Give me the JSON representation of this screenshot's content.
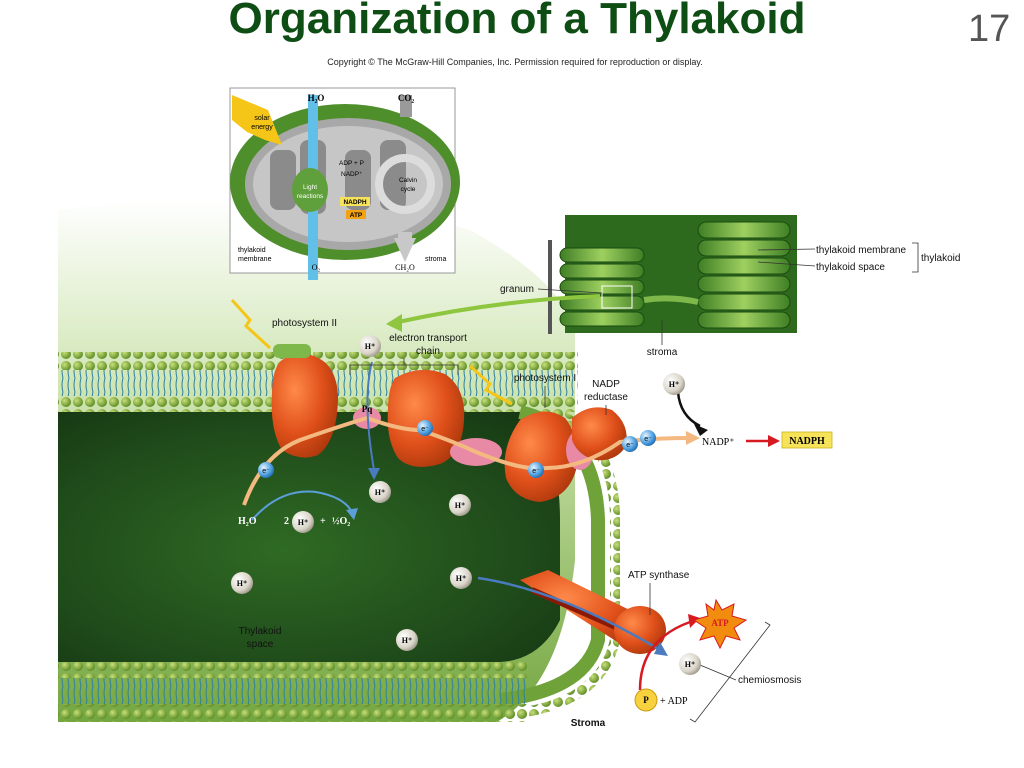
{
  "slide": {
    "title": "Organization of a Thylakoid",
    "number": "17",
    "copyright": "Copyright © The McGraw-Hill Companies, Inc. Permission required for reproduction or display."
  },
  "inset": {
    "h2o": "H₂O",
    "co2": "CO₂",
    "solar1": "solar",
    "solar2": "energy",
    "adp_p": "ADP + P",
    "nadp": "NADP⁺",
    "light1": "Light",
    "light2": "reactions",
    "calvin1": "Calvin",
    "calvin2": "cycle",
    "nadph": "NADPH",
    "atp": "ATP",
    "thylakoid1": "thylakoid",
    "thylakoid2": "membrane",
    "stroma": "stroma",
    "o2": "O₂",
    "ch2o": "CH₂O"
  },
  "granum": {
    "granum": "granum",
    "thylakoid_membrane": "thylakoid membrane",
    "thylakoid_space": "thylakoid space",
    "thylakoid": "thylakoid",
    "stroma": "stroma"
  },
  "membrane": {
    "photosystem2": "photosystem II",
    "etc1": "electron transport",
    "etc2": "chain",
    "photosystem1": "photosystem I",
    "nadp_red1": "NADP",
    "nadp_red2": "reductase",
    "nadp_plus": "NADP⁺",
    "nadph": "NADPH",
    "pq": "Pq",
    "electron": "e⁻",
    "proton": "H⁺",
    "h2o": "H₂O",
    "two": "2",
    "plus": "+",
    "half_o2": "½O₂",
    "atp_synthase": "ATP synthase",
    "atp": "ATP",
    "chemiosmosis": "chemiosmosis",
    "p": "P",
    "adp": "+ ADP",
    "thylakoid_space1": "Thylakoid",
    "thylakoid_space2": "space",
    "stroma": "Stroma"
  },
  "colors": {
    "title": "#0e4d14",
    "membrane": "#6fa33a",
    "lumen": "#1f4a1a",
    "protein": "#e0501a",
    "nadph_box": "#f7e35a"
  }
}
